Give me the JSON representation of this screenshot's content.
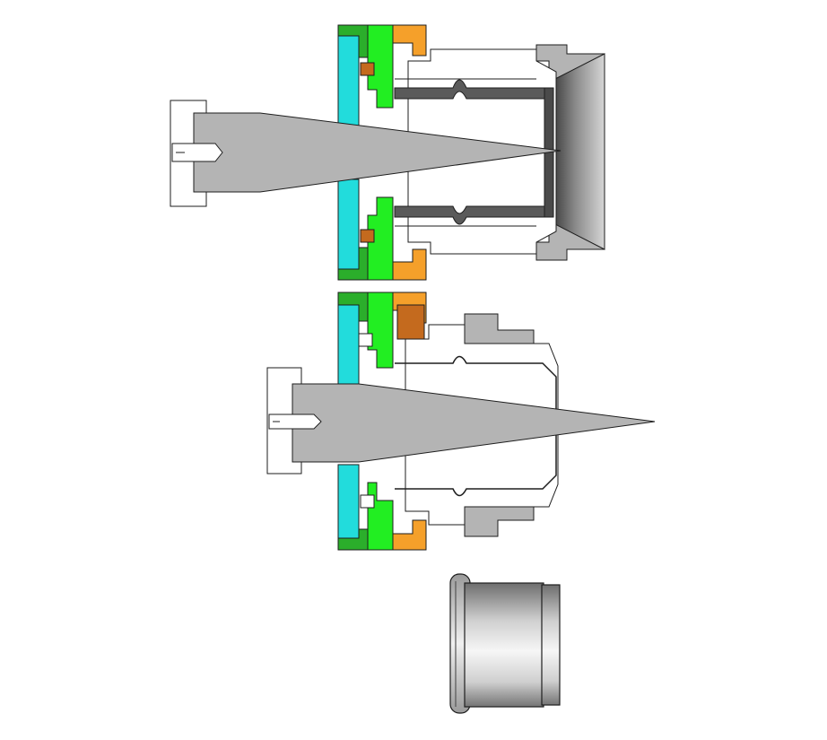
{
  "figure": {
    "views": [
      {
        "id": "upper-assembly",
        "description_visible_text": ""
      },
      {
        "id": "lower-assembly",
        "description_visible_text": ""
      },
      {
        "id": "formed-part",
        "description_visible_text": ""
      }
    ]
  },
  "palette": {
    "dark_green": "#2bae2b",
    "light_green": "#22ee22",
    "cyan": "#22dcdc",
    "orange": "#f5a02a",
    "copper": "#c46a1e",
    "steel": "#b4b4b4",
    "dark_steel": "#707070",
    "outline": "#1e1e1e",
    "background": "#ffffff"
  }
}
